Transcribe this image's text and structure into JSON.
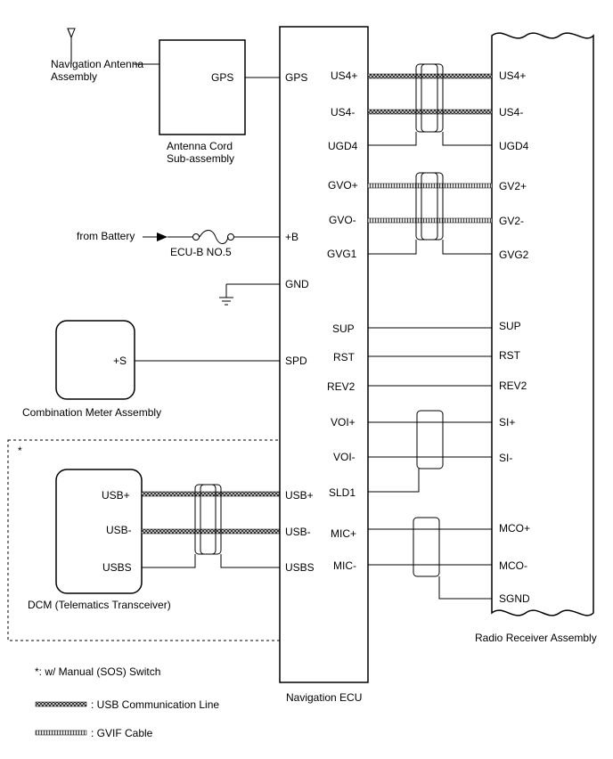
{
  "labels": {
    "nav_antenna": "Navigation Antenna\nAssembly",
    "antenna_cord": "Antenna Cord\nSub-assembly",
    "antenna_cord_pin": "GPS",
    "from_battery": "from Battery",
    "fuse": "ECU-B NO.5",
    "combination_meter": "Combination Meter Assembly",
    "combination_meter_pin": "+S",
    "dcm": "DCM (Telematics Transceiver)",
    "dcm_pins": [
      "USB+",
      "USB-",
      "USBS"
    ],
    "navigation_ecu": "Navigation ECU",
    "radio_receiver": "Radio Receiver Assembly",
    "option_marker": "*"
  },
  "ecu_left_pins": [
    "GPS",
    "+B",
    "GND",
    "SPD",
    "USB+",
    "USB-",
    "USBS"
  ],
  "ecu_right_pins": [
    "US4+",
    "US4-",
    "UGD4",
    "GVO+",
    "GVO-",
    "GVG1",
    "SUP",
    "RST",
    "REV2",
    "VOI+",
    "VOI-",
    "SLD1",
    "MIC+",
    "MIC-"
  ],
  "radio_pins": [
    "US4+",
    "US4-",
    "UGD4",
    "GV2+",
    "GV2-",
    "GVG2",
    "SUP",
    "RST",
    "REV2",
    "SI+",
    "SI-",
    "MCO+",
    "MCO-",
    "SGND"
  ],
  "legend": {
    "option_note": "*: w/ Manual (SOS) Switch",
    "usb_line": ": USB Communication Line",
    "gvif_cable": ": GVIF Cable"
  },
  "colors": {
    "line": "#000000",
    "background": "#ffffff"
  }
}
